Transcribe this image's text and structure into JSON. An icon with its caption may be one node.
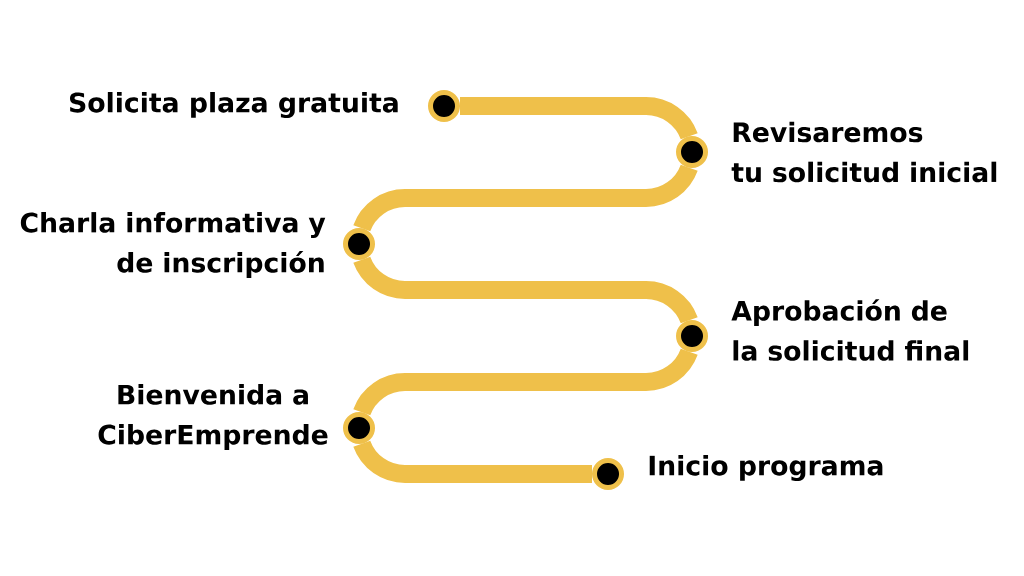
{
  "diagram": {
    "nodes": [
      {
        "text": [],
        "shape": "circle",
        "beside": [
          "Solicita plaza gratuita"
        ]
      },
      {
        "text": [],
        "shape": "circle",
        "beside": [
          "Revisaremos tu solicitud inicial"
        ]
      },
      {
        "text": [],
        "shape": "circle",
        "beside": [
          "Charla informativa y de inscripción"
        ]
      },
      {
        "text": [],
        "shape": "circle",
        "beside": [
          "Aprobación de la solicitud final"
        ]
      },
      {
        "text": [],
        "shape": "circle",
        "beside": [
          "Bienvenida a CiberEmprende"
        ]
      },
      {
        "text": [],
        "shape": "circle",
        "beside": [
          "Inicio programa"
        ]
      }
    ],
    "edges": [
      {
        "from": 0,
        "to": 1,
        "arrow": "none"
      },
      {
        "from": 1,
        "to": 2,
        "arrow": "none"
      },
      {
        "from": 2,
        "to": 3,
        "arrow": "none"
      },
      {
        "from": 3,
        "to": 4,
        "arrow": "none"
      },
      {
        "from": 4,
        "to": 5,
        "arrow": "none"
      }
    ]
  }
}
